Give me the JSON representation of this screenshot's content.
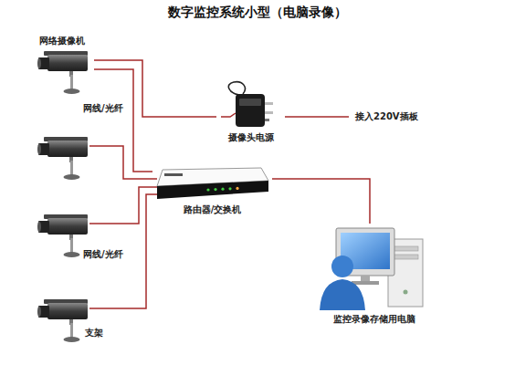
{
  "diagram": {
    "title": "数字监控系统小型（电脑录像）",
    "nodes": [
      {
        "text": [
          "网络摄像机"
        ]
      },
      {
        "text": [
          "摄像头电源"
        ]
      },
      {
        "text": [
          "路由器/交换机"
        ]
      },
      {
        "text": [
          "监控录像存储用电脑"
        ]
      }
    ],
    "edges": [
      {
        "from": 0,
        "to": 2,
        "arrow": "none"
      },
      {
        "from": 0,
        "to": 1,
        "arrow": "none"
      },
      {
        "from": 2,
        "to": 3,
        "arrow": "none"
      }
    ],
    "labels": [
      "网线/光纤",
      "网线/光纤",
      "接入220V插板",
      "支架"
    ]
  }
}
